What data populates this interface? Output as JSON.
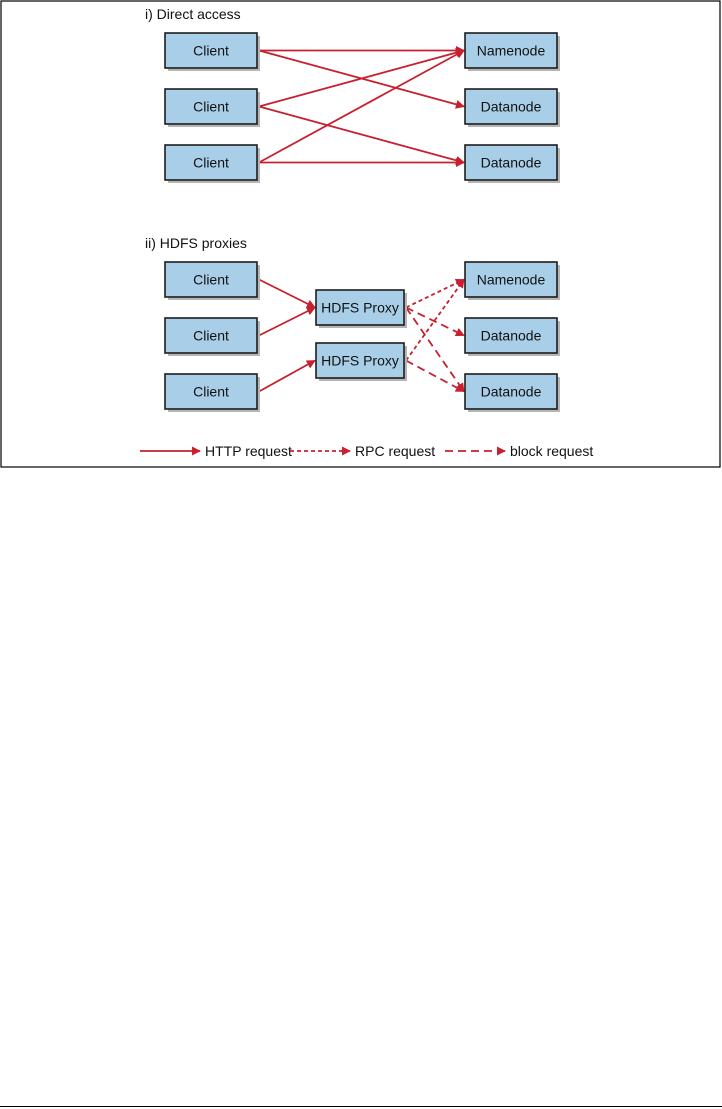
{
  "colors": {
    "arrow": "#c8202f",
    "node_fill": "#a9cfe8",
    "node_stroke": "#1d1d1d",
    "frame": "#000000"
  },
  "sections": [
    {
      "id": "direct",
      "title": "i) Direct access",
      "clients": [
        "Client",
        "Client",
        "Client"
      ],
      "servers": [
        "Namenode",
        "Datanode",
        "Datanode"
      ]
    },
    {
      "id": "proxies",
      "title": "ii) HDFS proxies",
      "clients": [
        "Client",
        "Client",
        "Client"
      ],
      "proxies": [
        "HDFS Proxy",
        "HDFS Proxy"
      ],
      "servers": [
        "Namenode",
        "Datanode",
        "Datanode"
      ]
    }
  ],
  "edges": [
    {
      "section": "direct",
      "from": "client-1",
      "to": "server-1",
      "type": "http"
    },
    {
      "section": "direct",
      "from": "client-1",
      "to": "server-2",
      "type": "http"
    },
    {
      "section": "direct",
      "from": "client-2",
      "to": "server-1",
      "type": "http"
    },
    {
      "section": "direct",
      "from": "client-2",
      "to": "server-3",
      "type": "http"
    },
    {
      "section": "direct",
      "from": "client-3",
      "to": "server-1",
      "type": "http"
    },
    {
      "section": "direct",
      "from": "client-3",
      "to": "server-3",
      "type": "http"
    },
    {
      "section": "proxies",
      "from": "client-1",
      "to": "proxy-1",
      "type": "http"
    },
    {
      "section": "proxies",
      "from": "client-2",
      "to": "proxy-1",
      "type": "http"
    },
    {
      "section": "proxies",
      "from": "client-3",
      "to": "proxy-2",
      "type": "http"
    },
    {
      "section": "proxies",
      "from": "proxy-1",
      "to": "server-1",
      "type": "rpc"
    },
    {
      "section": "proxies",
      "from": "proxy-2",
      "to": "server-1",
      "type": "rpc"
    },
    {
      "section": "proxies",
      "from": "proxy-1",
      "to": "server-2",
      "type": "block"
    },
    {
      "section": "proxies",
      "from": "proxy-1",
      "to": "server-3",
      "type": "block"
    },
    {
      "section": "proxies",
      "from": "proxy-2",
      "to": "server-3",
      "type": "block"
    }
  ],
  "legend": [
    {
      "type": "http",
      "label": "HTTP request"
    },
    {
      "type": "rpc",
      "label": "RPC request"
    },
    {
      "type": "block",
      "label": "block request"
    }
  ]
}
